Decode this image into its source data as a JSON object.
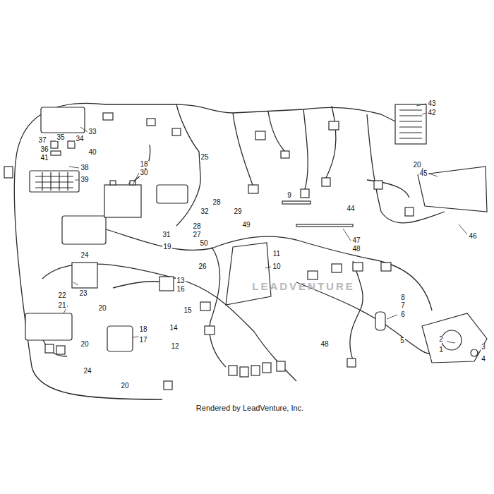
{
  "diagram": {
    "labels": [
      "43",
      "42",
      "33",
      "37",
      "35",
      "34",
      "36",
      "40",
      "41",
      "38",
      "39",
      "25",
      "18",
      "30",
      "20",
      "45",
      "9",
      "28",
      "32",
      "44",
      "29",
      "49",
      "28",
      "27",
      "46",
      "31",
      "47",
      "50",
      "19",
      "48",
      "11",
      "24",
      "10",
      "26",
      "13",
      "23",
      "16",
      "22",
      "8",
      "7",
      "21",
      "20",
      "15",
      "6",
      "14",
      "18",
      "17",
      "20",
      "48",
      "2",
      "3",
      "12",
      "5",
      "1",
      "4",
      "24",
      "20",
      "Rendered by LeadVenture, Inc.",
      "LEADVENTURE"
    ]
  }
}
